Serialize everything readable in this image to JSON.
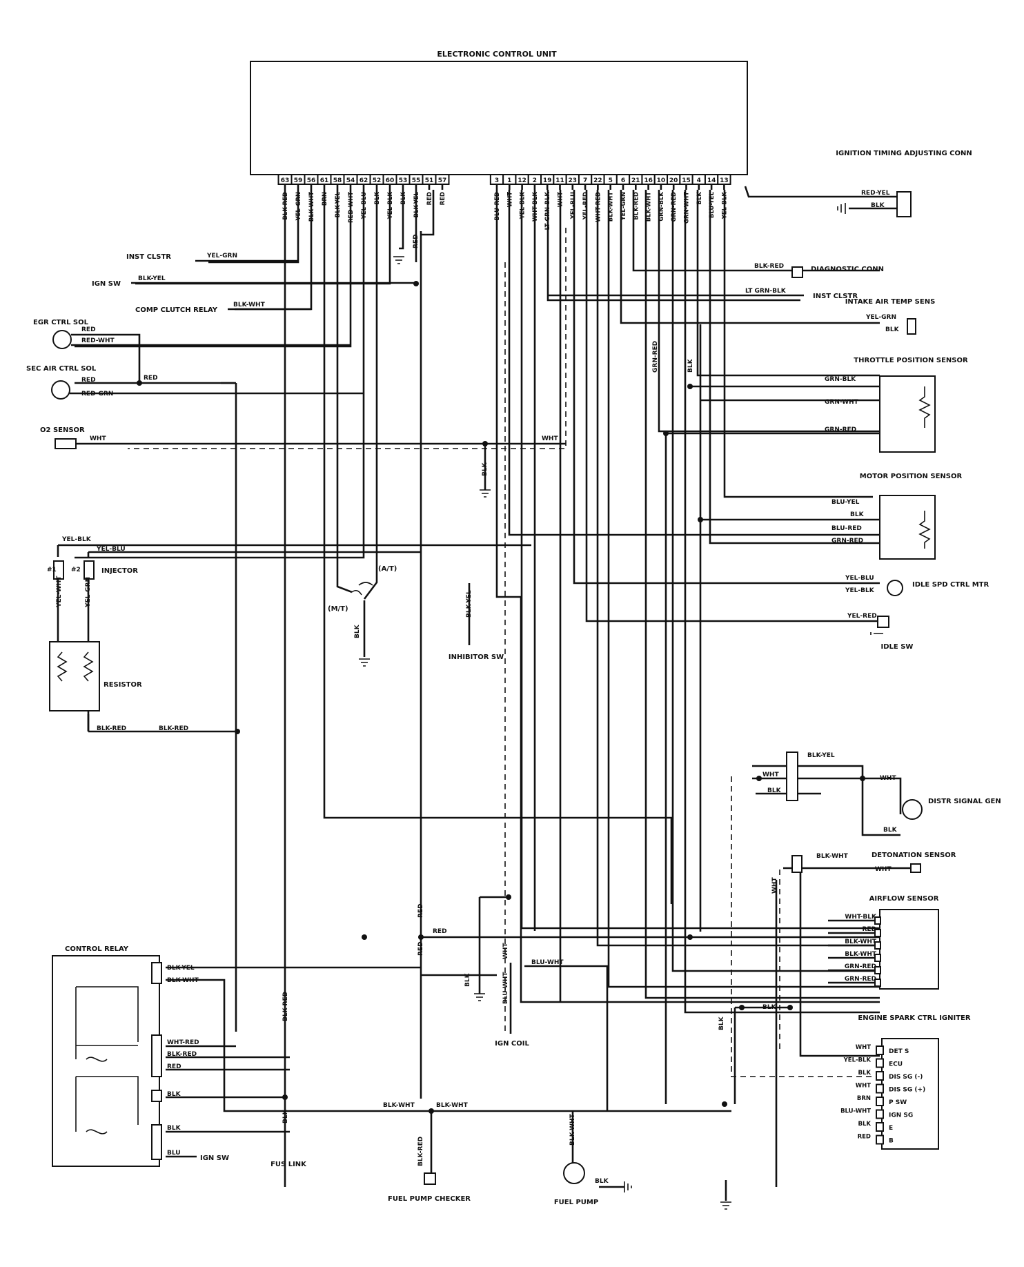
{
  "ecu": {
    "title": "ELECTRONIC CONTROL UNIT",
    "pins_left": [
      "63",
      "59",
      "56",
      "61",
      "58",
      "54",
      "62",
      "52",
      "60",
      "53",
      "55",
      "51",
      "57"
    ],
    "pins_right": [
      "3",
      "1",
      "12",
      "2",
      "19",
      "11",
      "23",
      "7",
      "22",
      "5",
      "6",
      "21",
      "16",
      "10",
      "20",
      "15",
      "4",
      "14",
      "13"
    ],
    "wires_left": [
      "BLK-RED",
      "YEL-GRN",
      "BLK-WHT",
      "BRN",
      "BLK-YEL",
      "RED-WHT",
      "YEL-BLU",
      "BLK",
      "YEL-BLK",
      "BLK",
      "BLK-YEL",
      "RED",
      "RED"
    ],
    "wires_right": [
      "BLU-RED",
      "WHT",
      "YEL-BLK",
      "WHT-BLK",
      "LT GRN-BLK",
      "WHT",
      "YEL-BLU",
      "YEL-RED",
      "WHT-RED",
      "BLK-WHT",
      "YEL-GRN",
      "BLK-RED",
      "BLK-WHT",
      "GRN-BLK",
      "GRN-RED",
      "GRN-WHT",
      "BLK",
      "BLU-YEL",
      "YEL-BLK"
    ]
  },
  "components": {
    "ignition_timing": "IGNITION TIMING ADJUSTING CONN",
    "diagnostic": "DIAGNOSTIC CONN",
    "inst_clstr_right": "INST CLSTR",
    "intake_air": "INTAKE AIR TEMP SENS",
    "throttle": "THROTTLE POSITION SENSOR",
    "motor_pos": "MOTOR POSITION SENSOR",
    "idle_spd": "IDLE SPD CTRL MTR",
    "idle_sw": "IDLE SW",
    "distr": "DISTR SIGNAL GEN",
    "detonation": "DETONATION SENSOR",
    "airflow": "AIRFLOW SENSOR",
    "spark": "ENGINE SPARK CTRL IGNITER",
    "inst_clstr_left": "INST CLSTR",
    "ign_sw": "IGN SW",
    "comp_clutch": "COMP CLUTCH RELAY",
    "egr": "EGR CTRL SOL",
    "sec_air": "SEC AIR CTRL SOL",
    "o2": "O2 SENSOR",
    "injector": "INJECTOR",
    "resistor": "RESISTOR",
    "inhibitor": "INHIBITOR SW",
    "control_relay": "CONTROL RELAY",
    "fus_link": "FUS LINK",
    "ign_coil": "IGN COIL",
    "fuel_pump_checker": "FUEL PUMP CHECKER",
    "fuel_pump": "FUEL PUMP",
    "ign_sw_relay": "IGN SW"
  },
  "labels": {
    "at": "(A/T)",
    "mt": "(M/T)",
    "n1": "#1",
    "n2": "#2",
    "red_yel": "RED-YEL",
    "blk": "BLK",
    "blk_red": "BLK-RED",
    "lt_grn_blk": "LT GRN-BLK",
    "yel_grn": "YEL-GRN",
    "grn_blk": "GRN-BLK",
    "grn_wht": "GRN-WHT",
    "grn_red": "GRN-RED",
    "blu_yel": "BLU-YEL",
    "blu_red": "BLU-RED",
    "yel_blu": "YEL-BLU",
    "yel_blk": "YEL-BLK",
    "yel_red": "YEL-RED",
    "wht": "WHT",
    "blk_yel": "BLK-YEL",
    "blk_wht": "BLK-WHT",
    "wht_blk": "WHT-BLK",
    "red": "RED",
    "red_wht": "RED-WHT",
    "red_grn": "RED-GRN",
    "yel_wht": "YEL-WHT",
    "wht_red": "WHT-RED",
    "blu": "BLU",
    "blu_wht": "BLU-WHT",
    "brn": "BRN"
  },
  "spark_terms": [
    "DET S",
    "ECU",
    "DIS SG (-)",
    "DIS SG (+)",
    "P SW",
    "IGN SG",
    "E",
    "B"
  ],
  "spark_wires": [
    "WHT",
    "YEL-BLK",
    "BLK",
    "WHT",
    "BRN",
    "BLU-WHT",
    "BLK",
    "RED"
  ],
  "airflow_wires": [
    "WHT-BLK",
    "RED",
    "BLK-WHT",
    "BLK-WHT",
    "GRN-RED",
    "GRN-RED"
  ]
}
